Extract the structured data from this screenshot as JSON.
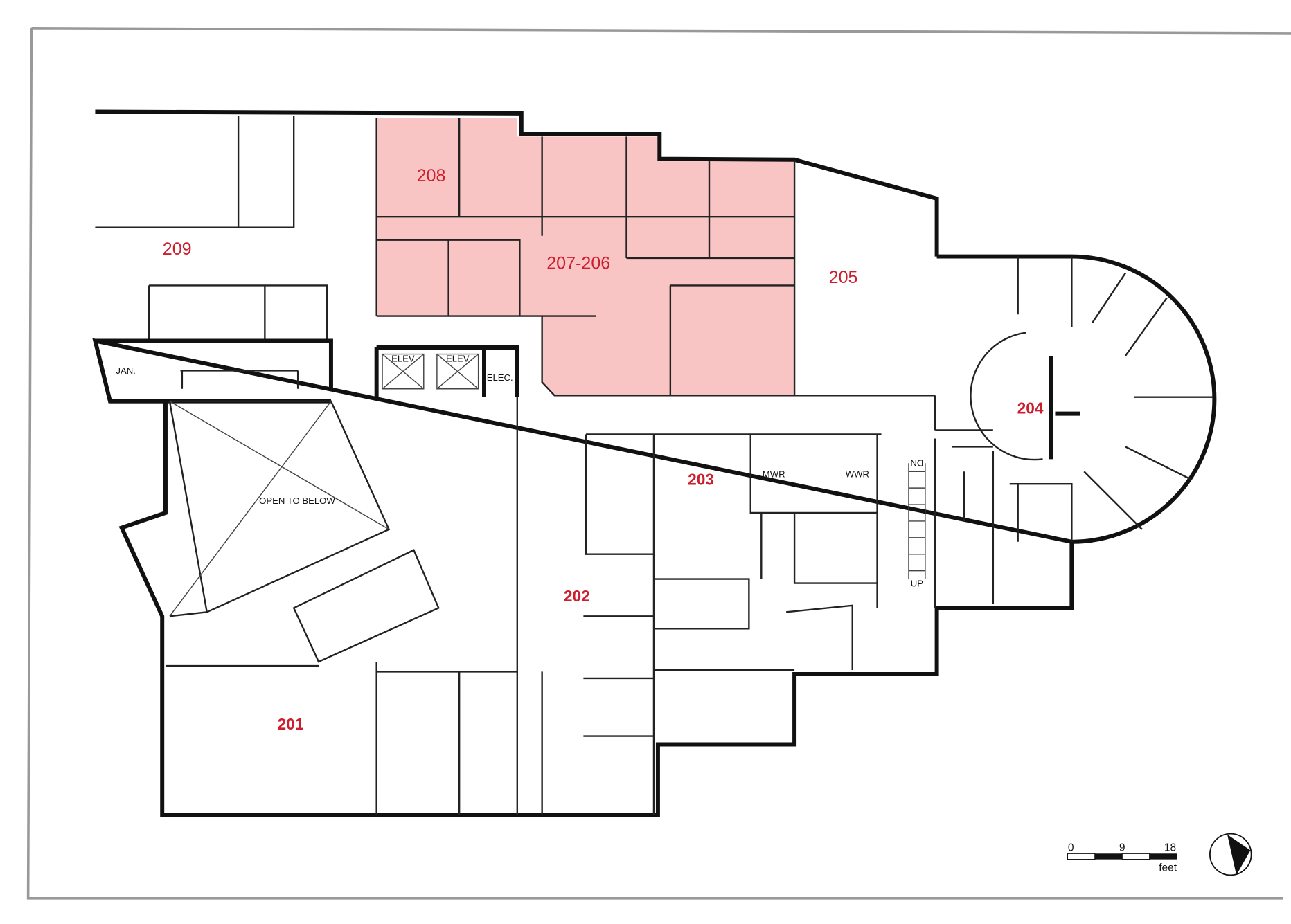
{
  "highlight_color": "#f9c4c4",
  "label_color": "#cc1f2e",
  "rooms": [
    {
      "id": "208",
      "label": "208",
      "highlighted": true
    },
    {
      "id": "209",
      "label": "209",
      "highlighted": false
    },
    {
      "id": "207-206",
      "label": "207-206",
      "highlighted": true
    },
    {
      "id": "205",
      "label": "205",
      "highlighted": false
    },
    {
      "id": "204",
      "label": "204",
      "highlighted": false
    },
    {
      "id": "203",
      "label": "203",
      "highlighted": false
    },
    {
      "id": "202",
      "label": "202",
      "highlighted": false
    },
    {
      "id": "201",
      "label": "201",
      "highlighted": false
    }
  ],
  "annotations": {
    "jan": "JAN.",
    "elev1": "ELEV",
    "elev2": "ELEV",
    "elec": "ELEC.",
    "open_to_below": "OPEN TO BELOW",
    "mwr": "MWR",
    "wwr": "WWR",
    "dn": "DN",
    "up": "UP"
  },
  "scale_bar": {
    "ticks": [
      "0",
      "9",
      "18"
    ],
    "unit": "feet"
  },
  "north_arrow": {
    "icon": "north-arrow-icon"
  }
}
